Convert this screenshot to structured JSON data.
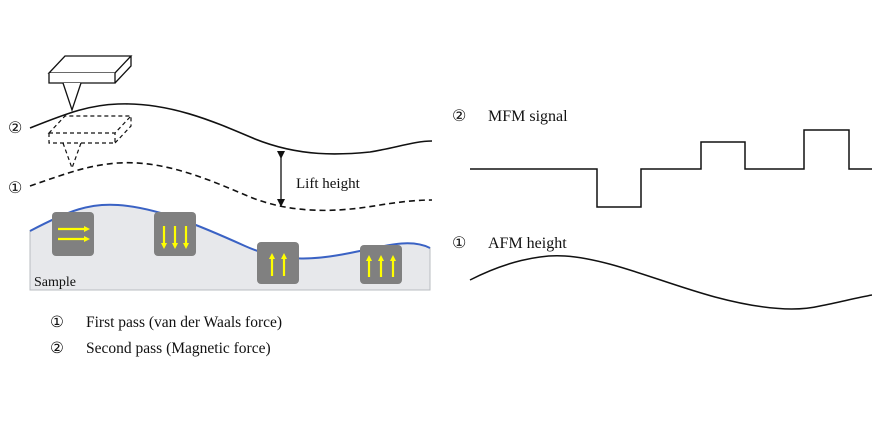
{
  "diagram": {
    "pass_markers": {
      "second": "②",
      "first": "①"
    },
    "lift_height_label": "Lift height",
    "sample_label": "Sample",
    "mfm_signal": {
      "marker": "②",
      "label": "MFM signal"
    },
    "afm_height": {
      "marker": "①",
      "label": "AFM height"
    },
    "domain_arrows": [
      "right",
      "down",
      "up",
      "up"
    ],
    "colors": {
      "sample_edge": "#3a62c4",
      "sample_fill": "#e7e8eb",
      "domain_fill": "#808080",
      "arrow": "#ffff00"
    }
  },
  "legend": [
    {
      "marker": "①",
      "text": "First pass (van der Waals force)"
    },
    {
      "marker": "②",
      "text": "Second pass (Magnetic force)"
    }
  ]
}
